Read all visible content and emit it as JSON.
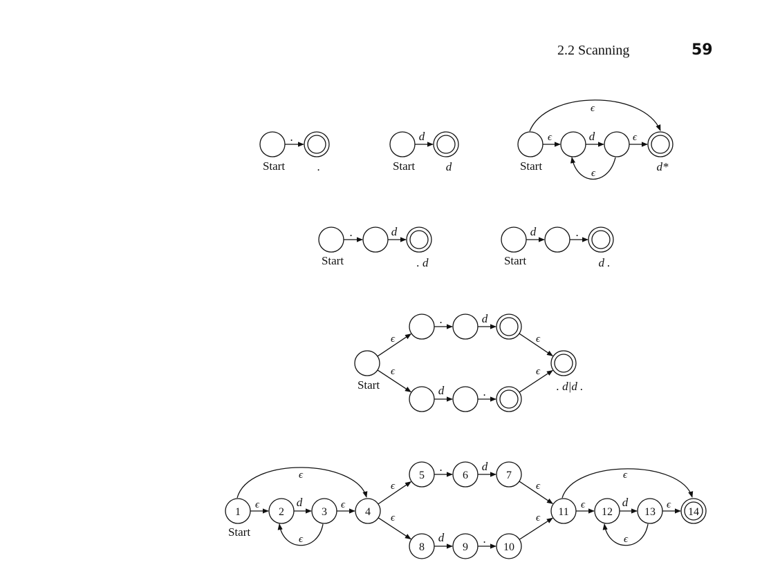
{
  "header": {
    "section": "2.2  Scanning",
    "page_number": "59"
  },
  "start_label": "Start",
  "dot": ".",
  "epsilon": "ϵ",
  "diagrams": {
    "dot": {
      "caption": "."
    },
    "d": {
      "caption": "d"
    },
    "dstar": {
      "caption": "d*"
    },
    "dot_d": {
      "caption": ". d"
    },
    "d_dot": {
      "caption": "d ."
    },
    "union": {
      "caption": ". d|d ."
    }
  },
  "nfa_states": [
    "1",
    "2",
    "3",
    "4",
    "5",
    "6",
    "7",
    "8",
    "9",
    "10",
    "11",
    "12",
    "13",
    "14"
  ],
  "colors": {
    "ink": "#111111",
    "background": "#ffffff"
  }
}
